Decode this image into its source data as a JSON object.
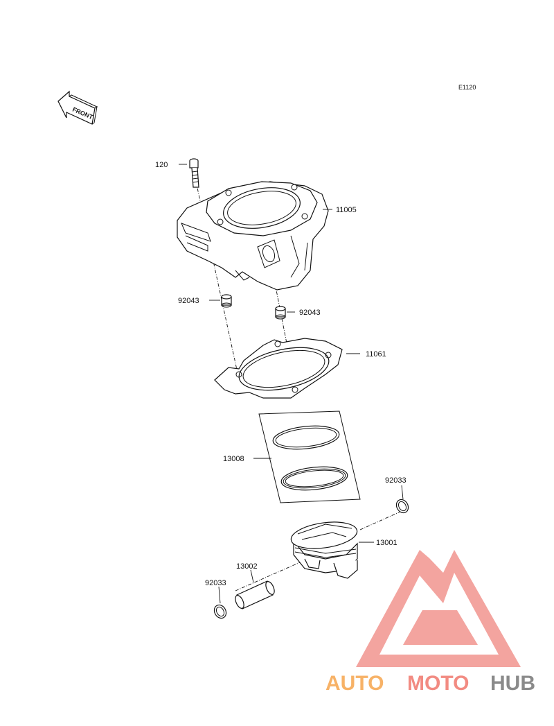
{
  "diagram": {
    "ref_code": "E1120",
    "front_label": "FRONT",
    "callouts": {
      "bolt": "120",
      "cylinder": "11005",
      "dowel_left": "92043",
      "dowel_right": "92043",
      "gasket": "11061",
      "ring_set": "13008",
      "clip_top": "92033",
      "piston": "13001",
      "pin": "13002",
      "clip_bottom": "92033"
    }
  },
  "watermark": {
    "part1": "AUTO",
    "part2": "MOTO",
    "part3": "HUB",
    "colors": {
      "auto": "#f7b267",
      "moto": "#f28b82",
      "hub": "#8a8a8a",
      "logo": "#f08a84"
    }
  }
}
